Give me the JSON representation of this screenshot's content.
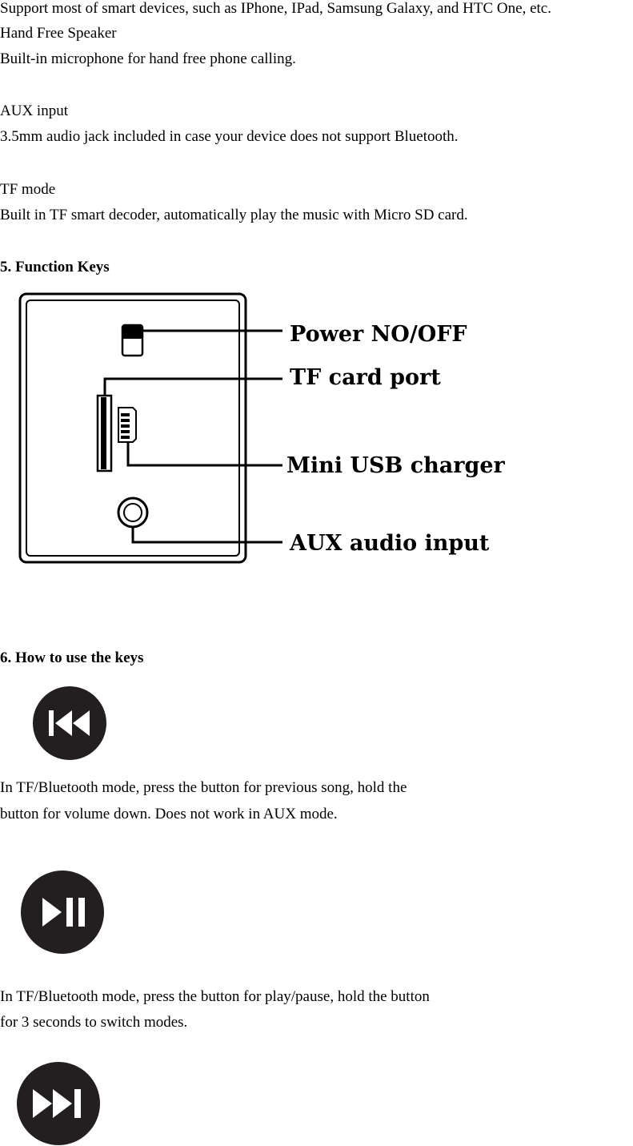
{
  "paragraphs": {
    "support_line": "Support most of smart devices, such as IPhone, IPad, Samsung Galaxy, and HTC One, etc.",
    "hands_free_title": "Hand Free Speaker",
    "hands_free_text": "Built-in microphone for hand free phone calling.",
    "aux_title": "AUX input",
    "aux_text": "3.5mm audio jack included in case your device does not support Bluetooth.",
    "tf_title": "TF mode",
    "tf_text": "Built in TF smart decoder, automatically play the music with Micro SD card."
  },
  "section5": {
    "heading": "5. Function Keys",
    "diagram_labels": {
      "power": "Power NO/OFF",
      "tf_port": "TF card port",
      "usb": "Mini USB charger",
      "aux": "AUX audio input"
    }
  },
  "section6": {
    "heading": "6. How to use the keys",
    "keys": [
      {
        "icon": "previous-track-icon",
        "line1": "In TF/Bluetooth mode, press the button for previous song, hold the",
        "line2": "button for volume down. Does not work in AUX mode."
      },
      {
        "icon": "play-pause-icon",
        "line1": "In TF/Bluetooth mode, press the button for play/pause, hold the button",
        "line2": "for 3 seconds to switch modes."
      },
      {
        "icon": "next-track-icon"
      }
    ]
  }
}
